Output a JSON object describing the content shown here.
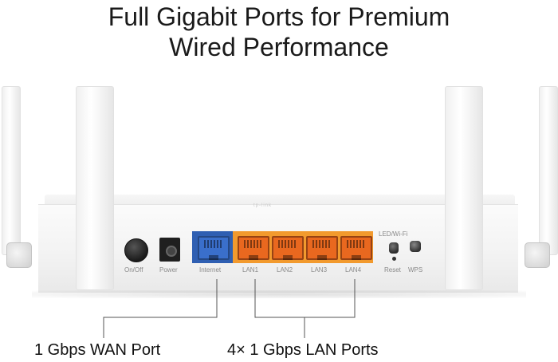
{
  "headline": {
    "line1": "Full Gigabit Ports for Premium",
    "line2": "Wired Performance"
  },
  "device": {
    "brand_mark": "tp-link",
    "port_labels": {
      "on_off": "On/Off",
      "power": "Power",
      "internet": "Internet",
      "lan1": "LAN1",
      "lan2": "LAN2",
      "lan3": "LAN3",
      "lan4": "LAN4",
      "led_wifi": "LED/Wi-Fi",
      "reset": "Reset",
      "wps": "WPS"
    },
    "colors": {
      "wan_port": "#2f5fb2",
      "lan_ports": "#f29a2e"
    }
  },
  "captions": {
    "wan": "1 Gbps WAN Port",
    "lan": "4× 1 Gbps LAN Ports"
  }
}
